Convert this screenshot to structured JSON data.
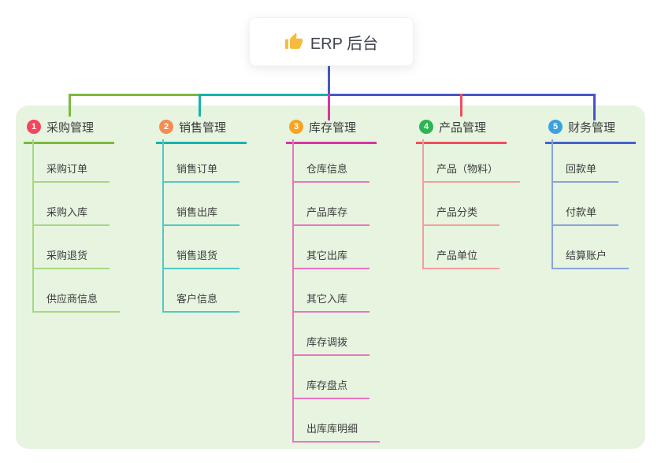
{
  "root": {
    "title": "ERP 后台",
    "icon": "thumbs-up-icon",
    "icon_color": "#f6bb3a"
  },
  "colors": {
    "panel_bg": "#e6f4e0",
    "trunk_blue": "#4656c8",
    "green": "#7cb93f",
    "teal": "#17b3ab",
    "magenta": "#d4389e",
    "red": "#f04e5e",
    "text": "#3d3d3d"
  },
  "branches": [
    {
      "num": "1",
      "title": "采购管理",
      "badge_color": "#f5455c",
      "line_color": "#7cb93f",
      "child_line_color": "#a6d883",
      "children": [
        "采购订单",
        "采购入库",
        "采购退货",
        "供应商信息"
      ]
    },
    {
      "num": "2",
      "title": "销售管理",
      "badge_color": "#f78c52",
      "line_color": "#17b3ab",
      "child_line_color": "#52c9c1",
      "children": [
        "销售订单",
        "销售出库",
        "销售退货",
        "客户信息"
      ]
    },
    {
      "num": "3",
      "title": "库存管理",
      "badge_color": "#f7a426",
      "line_color": "#d4389e",
      "child_line_color": "#ea74c1",
      "children": [
        "仓库信息",
        "产品库存",
        "其它出库",
        "其它入库",
        "库存调拨",
        "库存盘点",
        "出库库明细"
      ]
    },
    {
      "num": "4",
      "title": "产品管理",
      "badge_color": "#2eb553",
      "line_color": "#f04e5e",
      "child_line_color": "#f59d9d",
      "children": [
        "产品（物料）",
        "产品分类",
        "产品单位"
      ]
    },
    {
      "num": "5",
      "title": "财务管理",
      "badge_color": "#3ba2de",
      "line_color": "#4663cd",
      "child_line_color": "#88a3de",
      "children": [
        "回款单",
        "付款单",
        "结算账户"
      ]
    }
  ]
}
